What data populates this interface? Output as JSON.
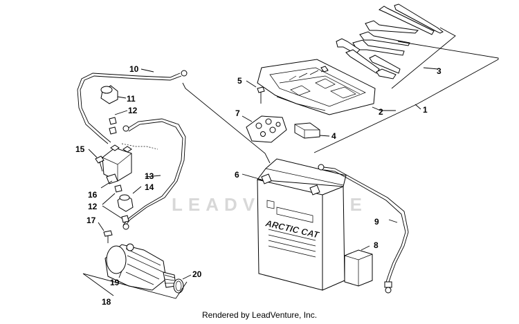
{
  "watermark": "LEADVENTURE",
  "footer": "Rendered by LeadVenture, Inc.",
  "battery_label": {
    "brand": "ARCTIC CAT"
  },
  "callouts": [
    {
      "id": "c1",
      "label": "1"
    },
    {
      "id": "c2",
      "label": "2"
    },
    {
      "id": "c3",
      "label": "3"
    },
    {
      "id": "c4",
      "label": "4"
    },
    {
      "id": "c5",
      "label": "5"
    },
    {
      "id": "c6",
      "label": "6"
    },
    {
      "id": "c7",
      "label": "7"
    },
    {
      "id": "c8",
      "label": "8"
    },
    {
      "id": "c9",
      "label": "9"
    },
    {
      "id": "c10",
      "label": "10"
    },
    {
      "id": "c11",
      "label": "11"
    },
    {
      "id": "c12a",
      "label": "12"
    },
    {
      "id": "c12b",
      "label": "12"
    },
    {
      "id": "c13",
      "label": "13"
    },
    {
      "id": "c14",
      "label": "14"
    },
    {
      "id": "c15",
      "label": "15"
    },
    {
      "id": "c16",
      "label": "16"
    },
    {
      "id": "c17",
      "label": "17"
    },
    {
      "id": "c18",
      "label": "18"
    },
    {
      "id": "c19",
      "label": "19"
    },
    {
      "id": "c20",
      "label": "20"
    }
  ]
}
